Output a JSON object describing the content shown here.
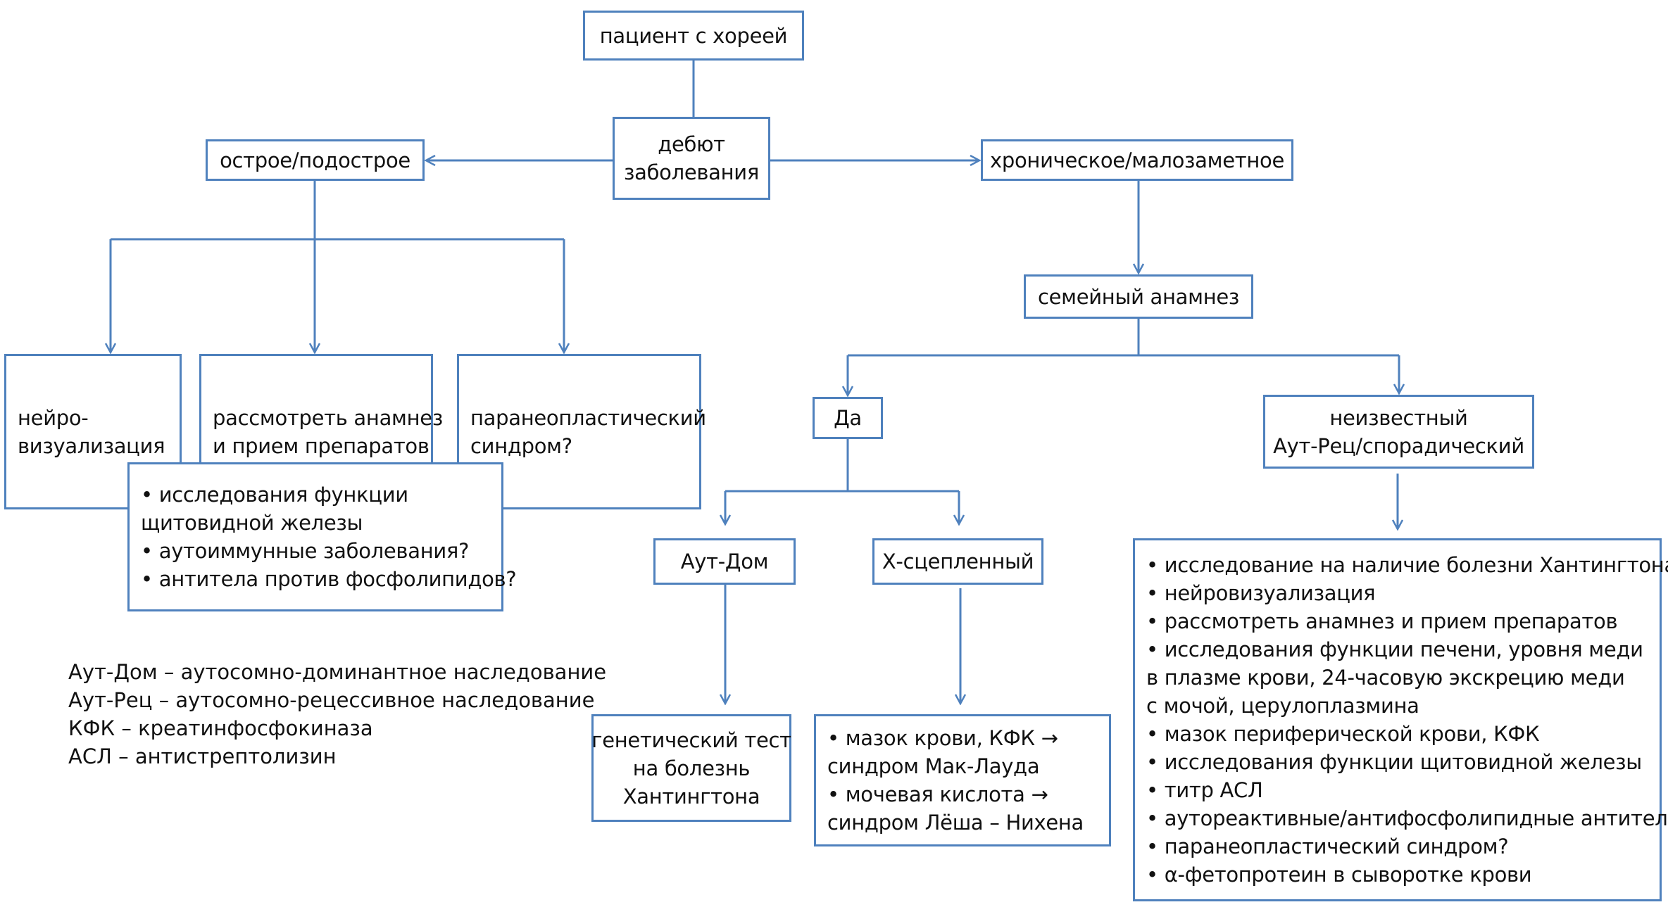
{
  "colors": {
    "accent": "#4F81BD",
    "text": "#111111",
    "background": "#FFFFFF"
  },
  "nodes": {
    "root": {
      "lines": [
        "пациент с хореей"
      ]
    },
    "onset": {
      "lines": [
        "дебют",
        "заболевания"
      ]
    },
    "acute": {
      "lines": [
        "острое/подострое"
      ]
    },
    "chronic": {
      "lines": [
        "хроническое/малозаметное"
      ]
    },
    "neuroimaging": {
      "lines": [
        "нейро-",
        "визуализация"
      ]
    },
    "history": {
      "lines": [
        "рассмотреть анамнез",
        "и прием препаратов"
      ]
    },
    "paraneoplastic": {
      "lines": [
        "паранеопластический",
        "синдром?"
      ]
    },
    "acute_tests": {
      "lines": [
        "• исследования функции",
        "щитовидной железы",
        "• аутоиммунные заболевания?",
        "• антитела против фосфолипидов?"
      ]
    },
    "family_history": {
      "lines": [
        "семейный анамнез"
      ]
    },
    "yes": {
      "lines": [
        "Да"
      ]
    },
    "unknown": {
      "lines": [
        "неизвестный",
        "Аут-Рец/спорадический"
      ]
    },
    "aut_dom": {
      "lines": [
        "Аут-Дом"
      ]
    },
    "x_linked": {
      "lines": [
        "Х-сцепленный"
      ]
    },
    "genetic_test": {
      "lines": [
        "генетический тест",
        "на болезнь",
        "Хантингтона"
      ]
    },
    "x_linked_tests": {
      "lines": [
        "• мазок крови, КФК →",
        "синдром Мак-Лауда",
        "• мочевая кислота →",
        "синдром Лёша – Нихена"
      ]
    },
    "unknown_tests": {
      "lines": [
        "• исследование на наличие болезни Хантингтона",
        "• нейровизуализация",
        "• рассмотреть анамнез и прием препаратов",
        "• исследования функции печени, уровня меди",
        "в плазме крови, 24-часовую экскрецию меди",
        "с мочой, церулоплазмина",
        "• мазок периферической крови, КФК",
        "• исследования функции щитовидной железы",
        "• титр АСЛ",
        "• аутореактивные/антифосфолипидные антитела?",
        "• паранеопластический синдром?",
        "• α-фетопротеин в сыворотке крови"
      ]
    }
  },
  "legend": [
    "Аут-Дом – аутосомно-доминантное наследование",
    "Аут-Рец – аутосомно-рецессивное наследование",
    "КФК – креатинфосфокиназа",
    "АСЛ – антистрептолизин"
  ]
}
